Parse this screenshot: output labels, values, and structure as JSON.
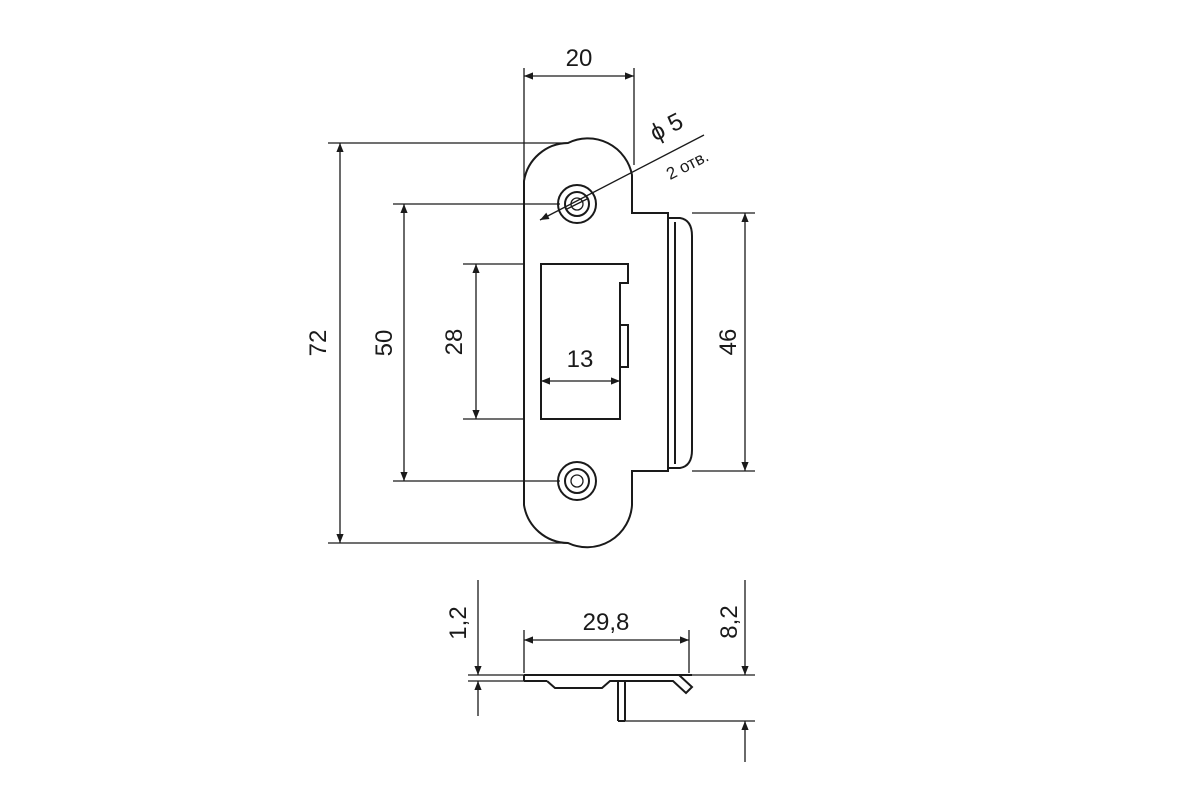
{
  "drawing": {
    "dimensions": {
      "top_width": "20",
      "hole_diameter": "ϕ 5",
      "hole_count": "2 отв.",
      "overall_height": "72",
      "hole_spacing": "50",
      "slot_height": "28",
      "slot_width": "13",
      "lip_height": "46",
      "plate_thickness": "1,2",
      "side_width": "29,8",
      "side_depth": "8,2"
    },
    "colors": {
      "line": "#1a1a1a",
      "background": "#ffffff"
    }
  }
}
